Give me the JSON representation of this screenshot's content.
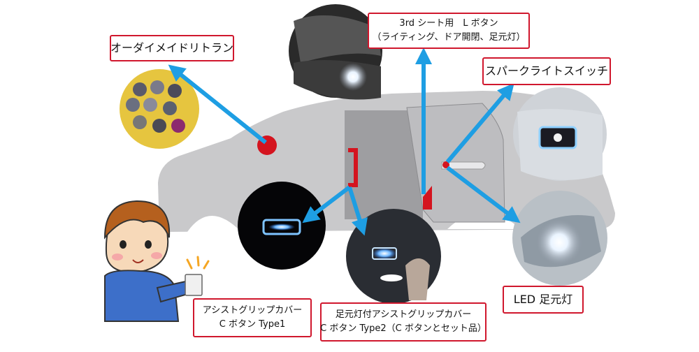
{
  "labels": {
    "ordermade": "オーダイメイドリトラン",
    "third_seat_title": "3rd シート用　L ボタン",
    "third_seat_sub": "（ライティング、ドア開閉、足元灯）",
    "spark_switch": "スパークライトスイッチ",
    "led_foot": "LED 足元灯",
    "assist_cover_1a": "アシストグリップカバー",
    "assist_cover_1b": "C ボタン Type1",
    "assist_cover_2a": "足元灯付アシストグリップカバー",
    "assist_cover_2b": "C ボタン Type2（C ボタンとセット品）"
  },
  "icons": {
    "arrow": "arrow-icon",
    "marker": "red-dot-icon",
    "person": "boy-pressing-switch-icon"
  },
  "colors": {
    "arrow": "#1e9ee3",
    "car": "#c9c9cb",
    "callout_border": "#d0172d",
    "marker": "#d4141f"
  }
}
